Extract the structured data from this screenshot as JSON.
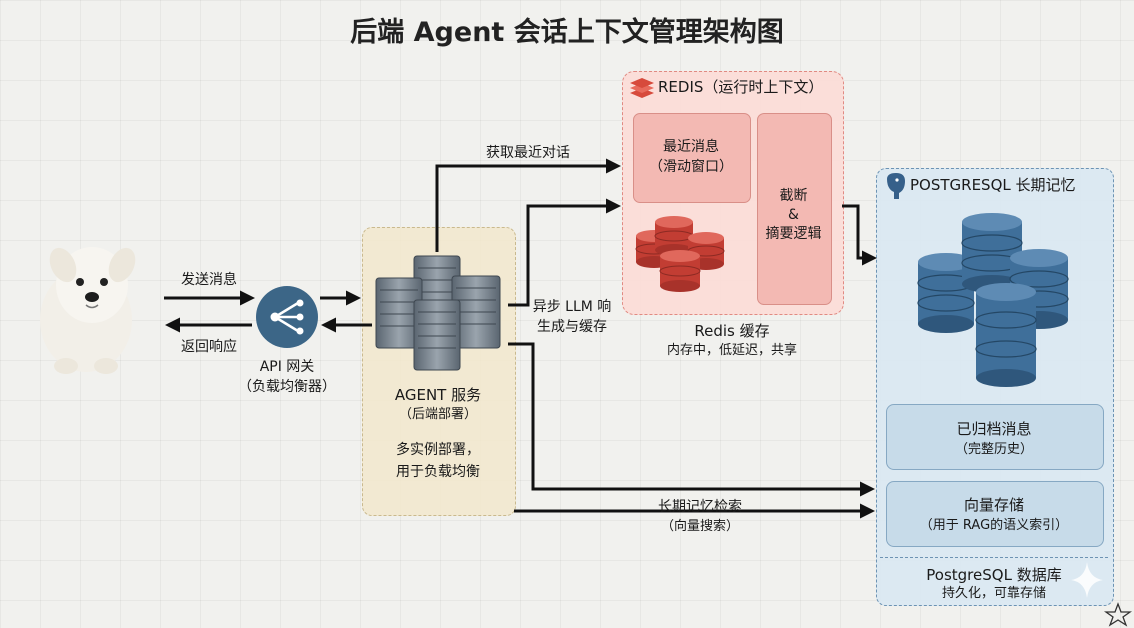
{
  "title": "后端 Agent 会话上下文管理架构图",
  "client": {
    "arrow_send": "发送消息",
    "arrow_return": "返回响应"
  },
  "gateway": {
    "line1": "API 网关",
    "line2": "（负载均衡器）"
  },
  "agent": {
    "line1": "AGENT 服务",
    "line2": "（后端部署）",
    "note1": "多实例部署，",
    "note2": "用于负载均衡"
  },
  "edges": {
    "fetch_recent": "获取最近对话",
    "async_line1": "异步 LLM 响",
    "async_line2": "生成与缓存",
    "ltm_line1": "长期记忆检索",
    "ltm_line2": "（向量搜索）"
  },
  "redis": {
    "header": "REDIS（运行时上下文）",
    "recent_line1": "最近消息",
    "recent_line2": "（滑动窗口）",
    "trunc_line1": "截断",
    "trunc_line2": "&",
    "trunc_line3": "摘要逻辑",
    "caption1": "Redis 缓存",
    "caption2": "内存中，低延迟，共享"
  },
  "postgres": {
    "header": "POSTGRESQL 长期记忆",
    "archived_line1": "已归档消息",
    "archived_line2": "（完整历史）",
    "vector_line1": "向量存储",
    "vector_line2": "（用于 RAG的语义索引）",
    "footer1": "PostgreSQL 数据库",
    "footer2": "持久化，可靠存储"
  },
  "colors": {
    "redis_accent": "#c94a3f",
    "postgres_accent": "#3c6a91",
    "gateway": "#3c6687",
    "agent_bg": "#f2e8cd"
  }
}
